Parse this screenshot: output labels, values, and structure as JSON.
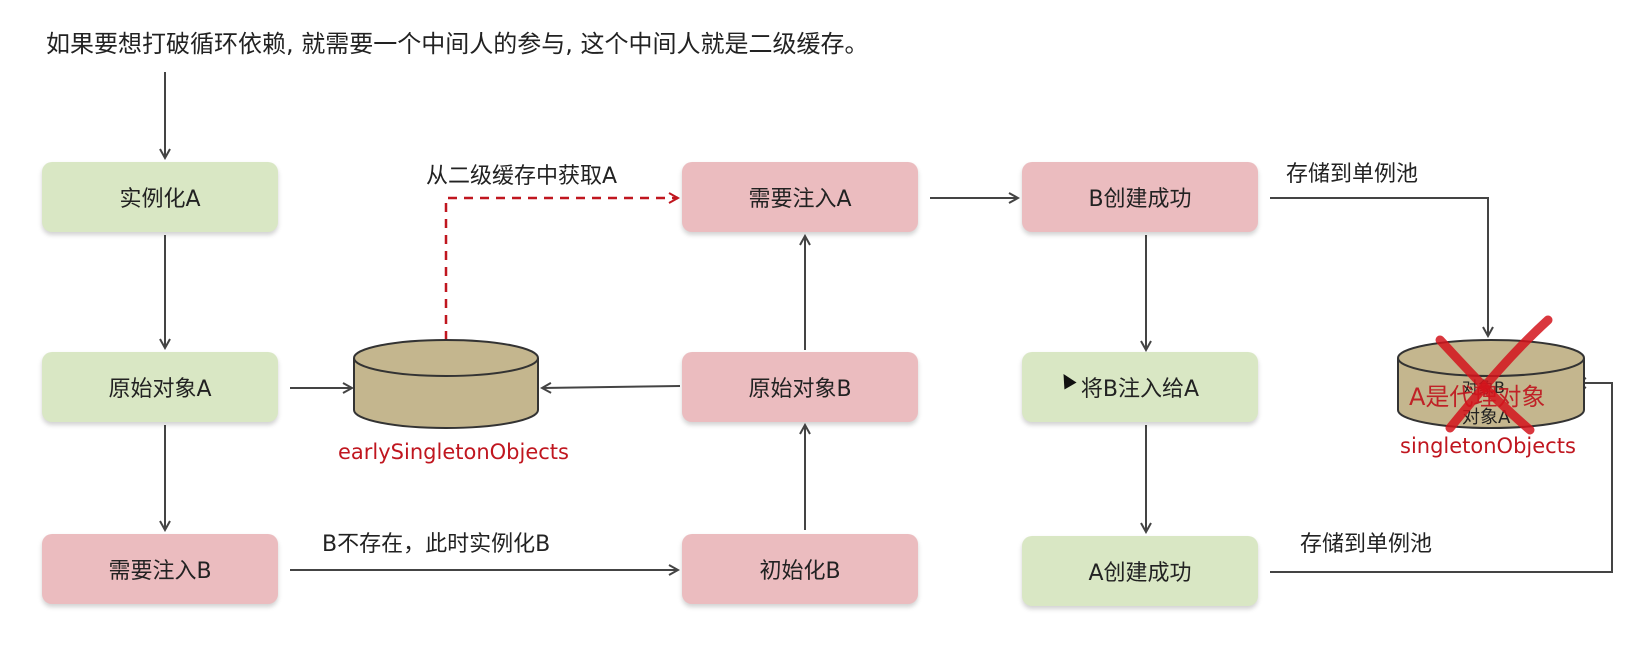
{
  "heading": "如果要想打破循环依赖, 就需要一个中间人的参与, 这个中间人就是二级缓存。",
  "nodes": {
    "instantiate_a": "实例化A",
    "raw_object_a": "原始对象A",
    "inject_b": "需要注入B",
    "inject_a": "需要注入A",
    "raw_object_b": "原始对象B",
    "init_b": "初始化B",
    "b_created": "B创建成功",
    "inject_b_into_a": "将B注入给A",
    "a_created": "A创建成功"
  },
  "edge_labels": {
    "get_from_cache": "从二级缓存中获取A",
    "b_not_exist": "B不存在，此时实例化B",
    "store_pool_1": "存储到单例池",
    "store_pool_2": "存储到单例池"
  },
  "stores": {
    "early_cache": {
      "label": "earlySingletonObjects"
    },
    "singleton_pool": {
      "label": "singletonObjects",
      "content_line1": "对象B",
      "content_line2": "对象A",
      "overlay": "A是代理对象"
    }
  },
  "colors": {
    "green": "#d9e7c4",
    "pink": "#ebbcbf",
    "cylinder": "#c4b68e",
    "red": "#c0161f",
    "arrow": "#444444"
  }
}
